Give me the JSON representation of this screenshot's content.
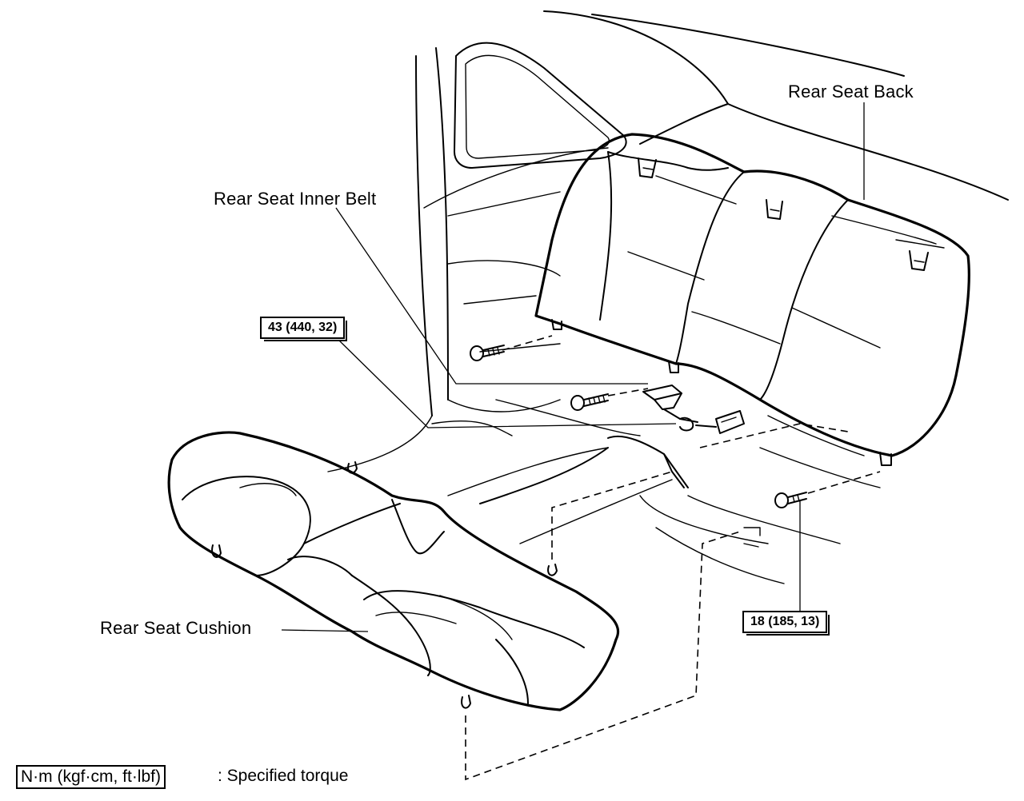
{
  "labels": {
    "rear_seat_back": "Rear Seat Back",
    "rear_seat_inner_belt": "Rear Seat Inner Belt",
    "rear_seat_cushion": "Rear Seat Cushion"
  },
  "torque_specs": {
    "upper": "43 (440, 32)",
    "lower": "18 (185, 13)"
  },
  "legend": {
    "unit": "N·m (kgf·cm, ft·lbf)",
    "description": ": Specified torque"
  }
}
